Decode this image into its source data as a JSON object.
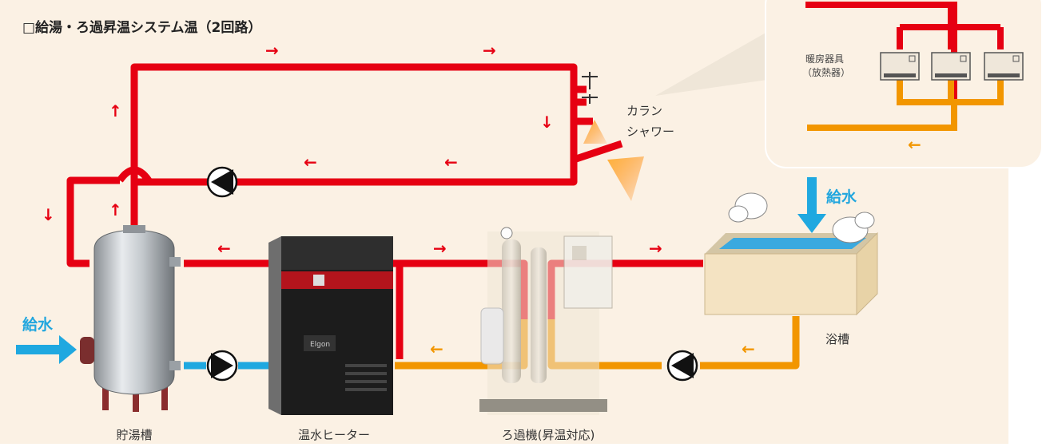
{
  "title": "□給湯・ろ過昇温システム温（2回路）",
  "labels": {
    "tank": "貯湯槽",
    "heater": "温水ヒーター",
    "filter": "ろ過機(昇温対応)",
    "bathtub": "浴槽",
    "faucet_line1": "カラン",
    "faucet_line2": "シャワー",
    "water_supply_left": "給水",
    "water_supply_right": "給水",
    "radiator_line1": "暖房器具",
    "radiator_line2": "（放熱器）",
    "heater_brand": "Elgon"
  },
  "colors": {
    "hot_pipe": "#e60012",
    "return_pipe": "#f29600",
    "cold_pipe": "#1fa8e0",
    "background_panel": "#fbf1e4",
    "inset_panel": "#fbf1e4"
  }
}
